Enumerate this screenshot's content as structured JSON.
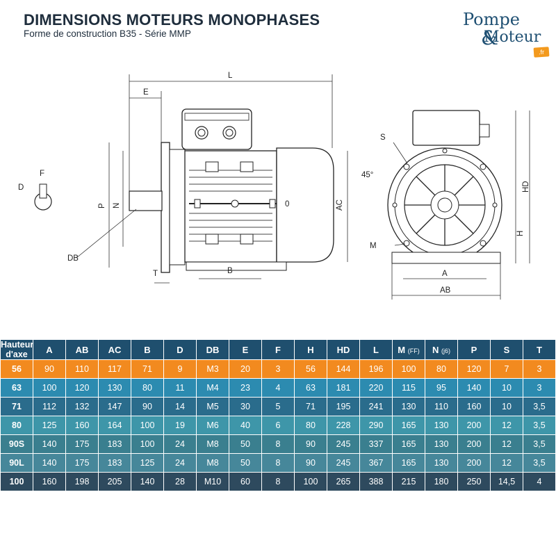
{
  "header": {
    "title": "DIMENSIONS MOTEURS MONOPHASES",
    "subtitle": "Forme de construction B35 - Série MMP"
  },
  "logo": {
    "line1": "Pompe",
    "amp": "&",
    "line2": "Moteur",
    "tld": ".fr"
  },
  "drawing_labels": {
    "L": "L",
    "E": "E",
    "P": "P",
    "N": "N",
    "AC": "AC",
    "DB": "DB",
    "T": "T",
    "B": "B",
    "D": "D",
    "F": "F",
    "S": "S",
    "M": "M",
    "HD": "HD",
    "H": "H",
    "A": "A",
    "AB": "AB",
    "angle": "45°",
    "zero": "0"
  },
  "table": {
    "row_header": [
      "Hauteur",
      "d'axe"
    ],
    "columns": [
      {
        "label": "A"
      },
      {
        "label": "AB"
      },
      {
        "label": "AC"
      },
      {
        "label": "B"
      },
      {
        "label": "D"
      },
      {
        "label": "DB"
      },
      {
        "label": "E"
      },
      {
        "label": "F"
      },
      {
        "label": "H"
      },
      {
        "label": "HD"
      },
      {
        "label": "L"
      },
      {
        "label": "M",
        "sub": "(FF)"
      },
      {
        "label": "N",
        "sub": "(j6)"
      },
      {
        "label": "P"
      },
      {
        "label": "S"
      },
      {
        "label": "T"
      }
    ],
    "rows": [
      {
        "axis": "56",
        "values": [
          "90",
          "110",
          "117",
          "71",
          "9",
          "M3",
          "20",
          "3",
          "56",
          "144",
          "196",
          "100",
          "80",
          "120",
          "7",
          "3"
        ]
      },
      {
        "axis": "63",
        "values": [
          "100",
          "120",
          "130",
          "80",
          "11",
          "M4",
          "23",
          "4",
          "63",
          "181",
          "220",
          "115",
          "95",
          "140",
          "10",
          "3"
        ]
      },
      {
        "axis": "71",
        "values": [
          "112",
          "132",
          "147",
          "90",
          "14",
          "M5",
          "30",
          "5",
          "71",
          "195",
          "241",
          "130",
          "110",
          "160",
          "10",
          "3,5"
        ]
      },
      {
        "axis": "80",
        "values": [
          "125",
          "160",
          "164",
          "100",
          "19",
          "M6",
          "40",
          "6",
          "80",
          "228",
          "290",
          "165",
          "130",
          "200",
          "12",
          "3,5"
        ]
      },
      {
        "axis": "90S",
        "values": [
          "140",
          "175",
          "183",
          "100",
          "24",
          "M8",
          "50",
          "8",
          "90",
          "245",
          "337",
          "165",
          "130",
          "200",
          "12",
          "3,5"
        ]
      },
      {
        "axis": "90L",
        "values": [
          "140",
          "175",
          "183",
          "125",
          "24",
          "M8",
          "50",
          "8",
          "90",
          "245",
          "367",
          "165",
          "130",
          "200",
          "12",
          "3,5"
        ]
      },
      {
        "axis": "100",
        "values": [
          "160",
          "198",
          "205",
          "140",
          "28",
          "M10",
          "60",
          "8",
          "100",
          "265",
          "388",
          "215",
          "180",
          "250",
          "14,5",
          "4"
        ]
      }
    ]
  }
}
